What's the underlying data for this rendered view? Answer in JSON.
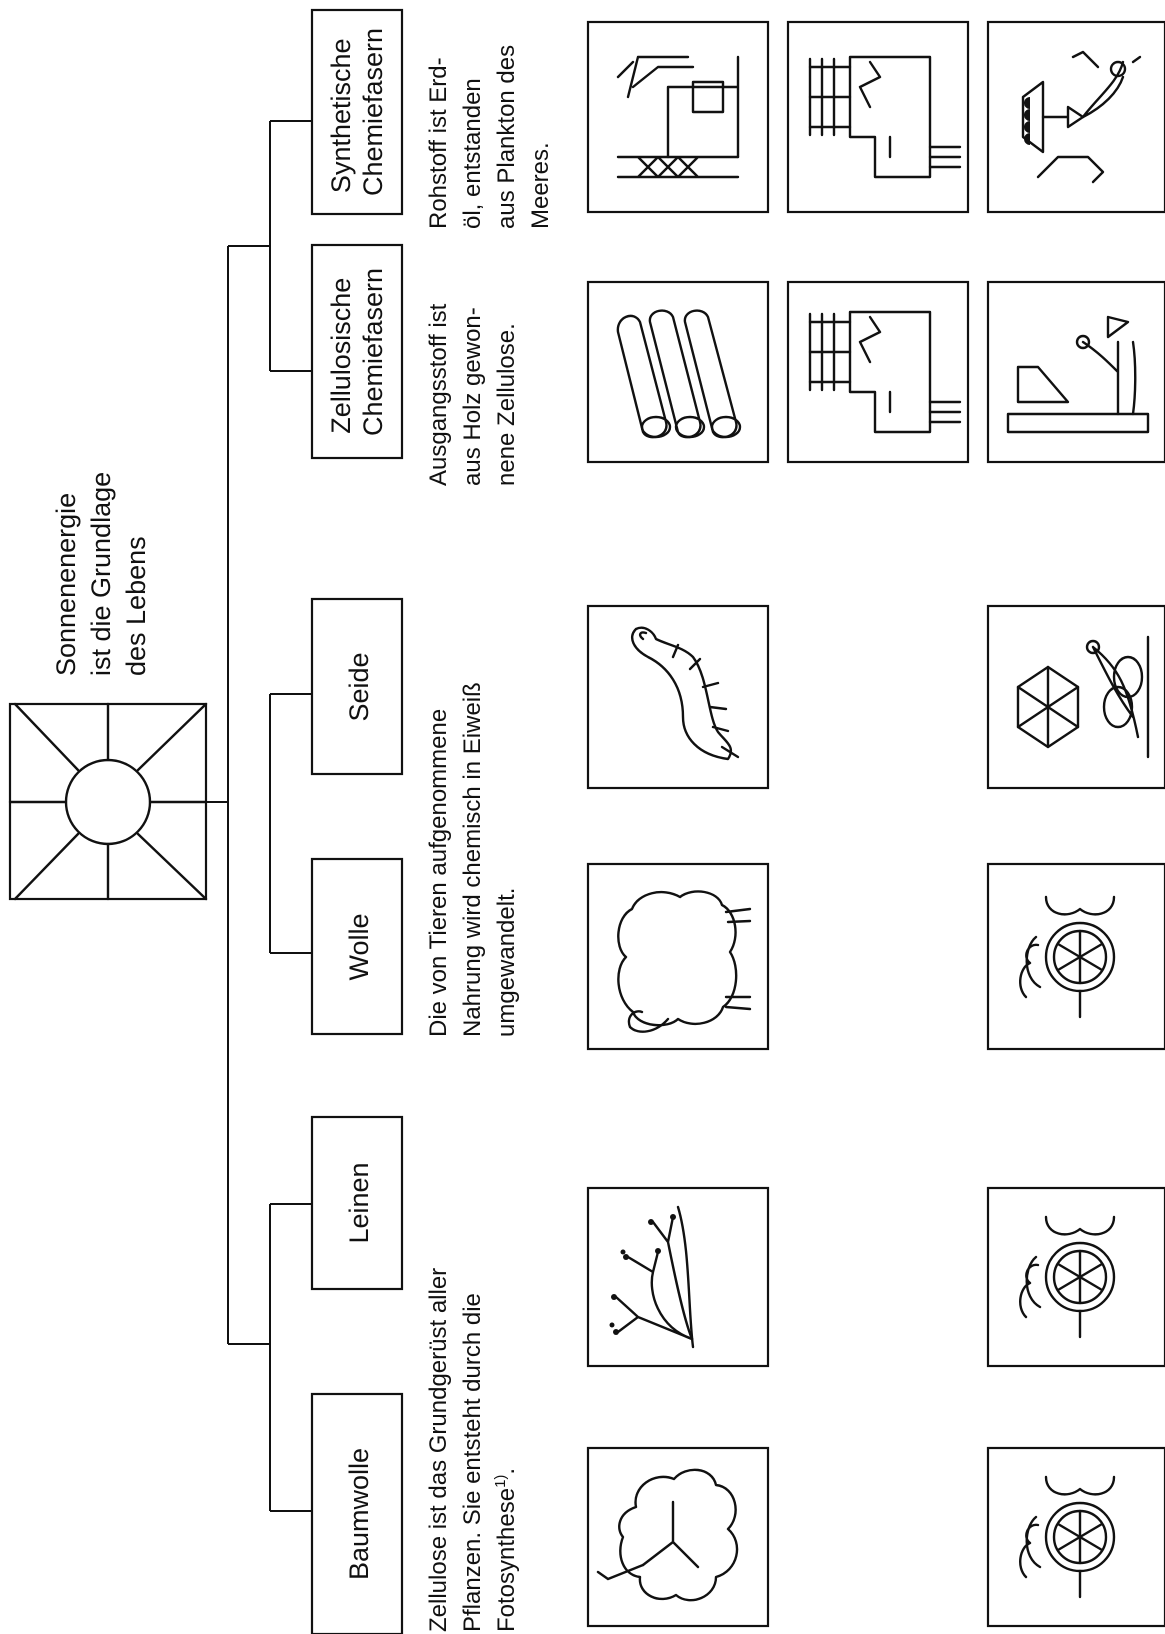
{
  "sun": {
    "caption": [
      "Sonnenenergie",
      "ist die Grundlage",
      "des Lebens"
    ],
    "icon": "sun-icon"
  },
  "fibers": {
    "baumwolle": "Baumwolle",
    "leinen": "Leinen",
    "wolle": "Wolle",
    "seide": "Seide",
    "zellulosisch": [
      "Zellulosische",
      "Chemiefasern"
    ],
    "synthetisch": [
      "Synthetische",
      "Chemiefasern"
    ]
  },
  "descriptions": {
    "plants": [
      "Zellulose ist das Grundgerüst aller",
      "Pflanzen. Sie entsteht durch die",
      "Fotosynthese",
      "1)",
      "."
    ],
    "animals": [
      "Die von Tieren aufgenommene",
      "Nahrung wird chemisch in Eiweiß",
      "umgewandelt."
    ],
    "cellulose": [
      "Ausgangsstoff ist",
      "aus Holz gewon-",
      "nene Zellulose."
    ],
    "synthetic": [
      "Rohstoff ist Erd-",
      "öl, entstanden",
      "aus Plankton des",
      "Meeres."
    ]
  },
  "illustrations": {
    "row1": [
      "cotton-plant-icon",
      "flax-plant-icon",
      "sheep-icon",
      "silkworm-icon",
      "logs-icon",
      "oil-derrick-icon"
    ],
    "row2": [
      "chemical-plant-icon",
      "chemical-plant-icon"
    ],
    "row3": [
      "spinning-wheel-icon",
      "spinning-wheel-icon",
      "spinning-wheel-icon",
      "reeling-machine-icon",
      "spinning-bath-icon",
      "melt-spinning-icon"
    ]
  }
}
